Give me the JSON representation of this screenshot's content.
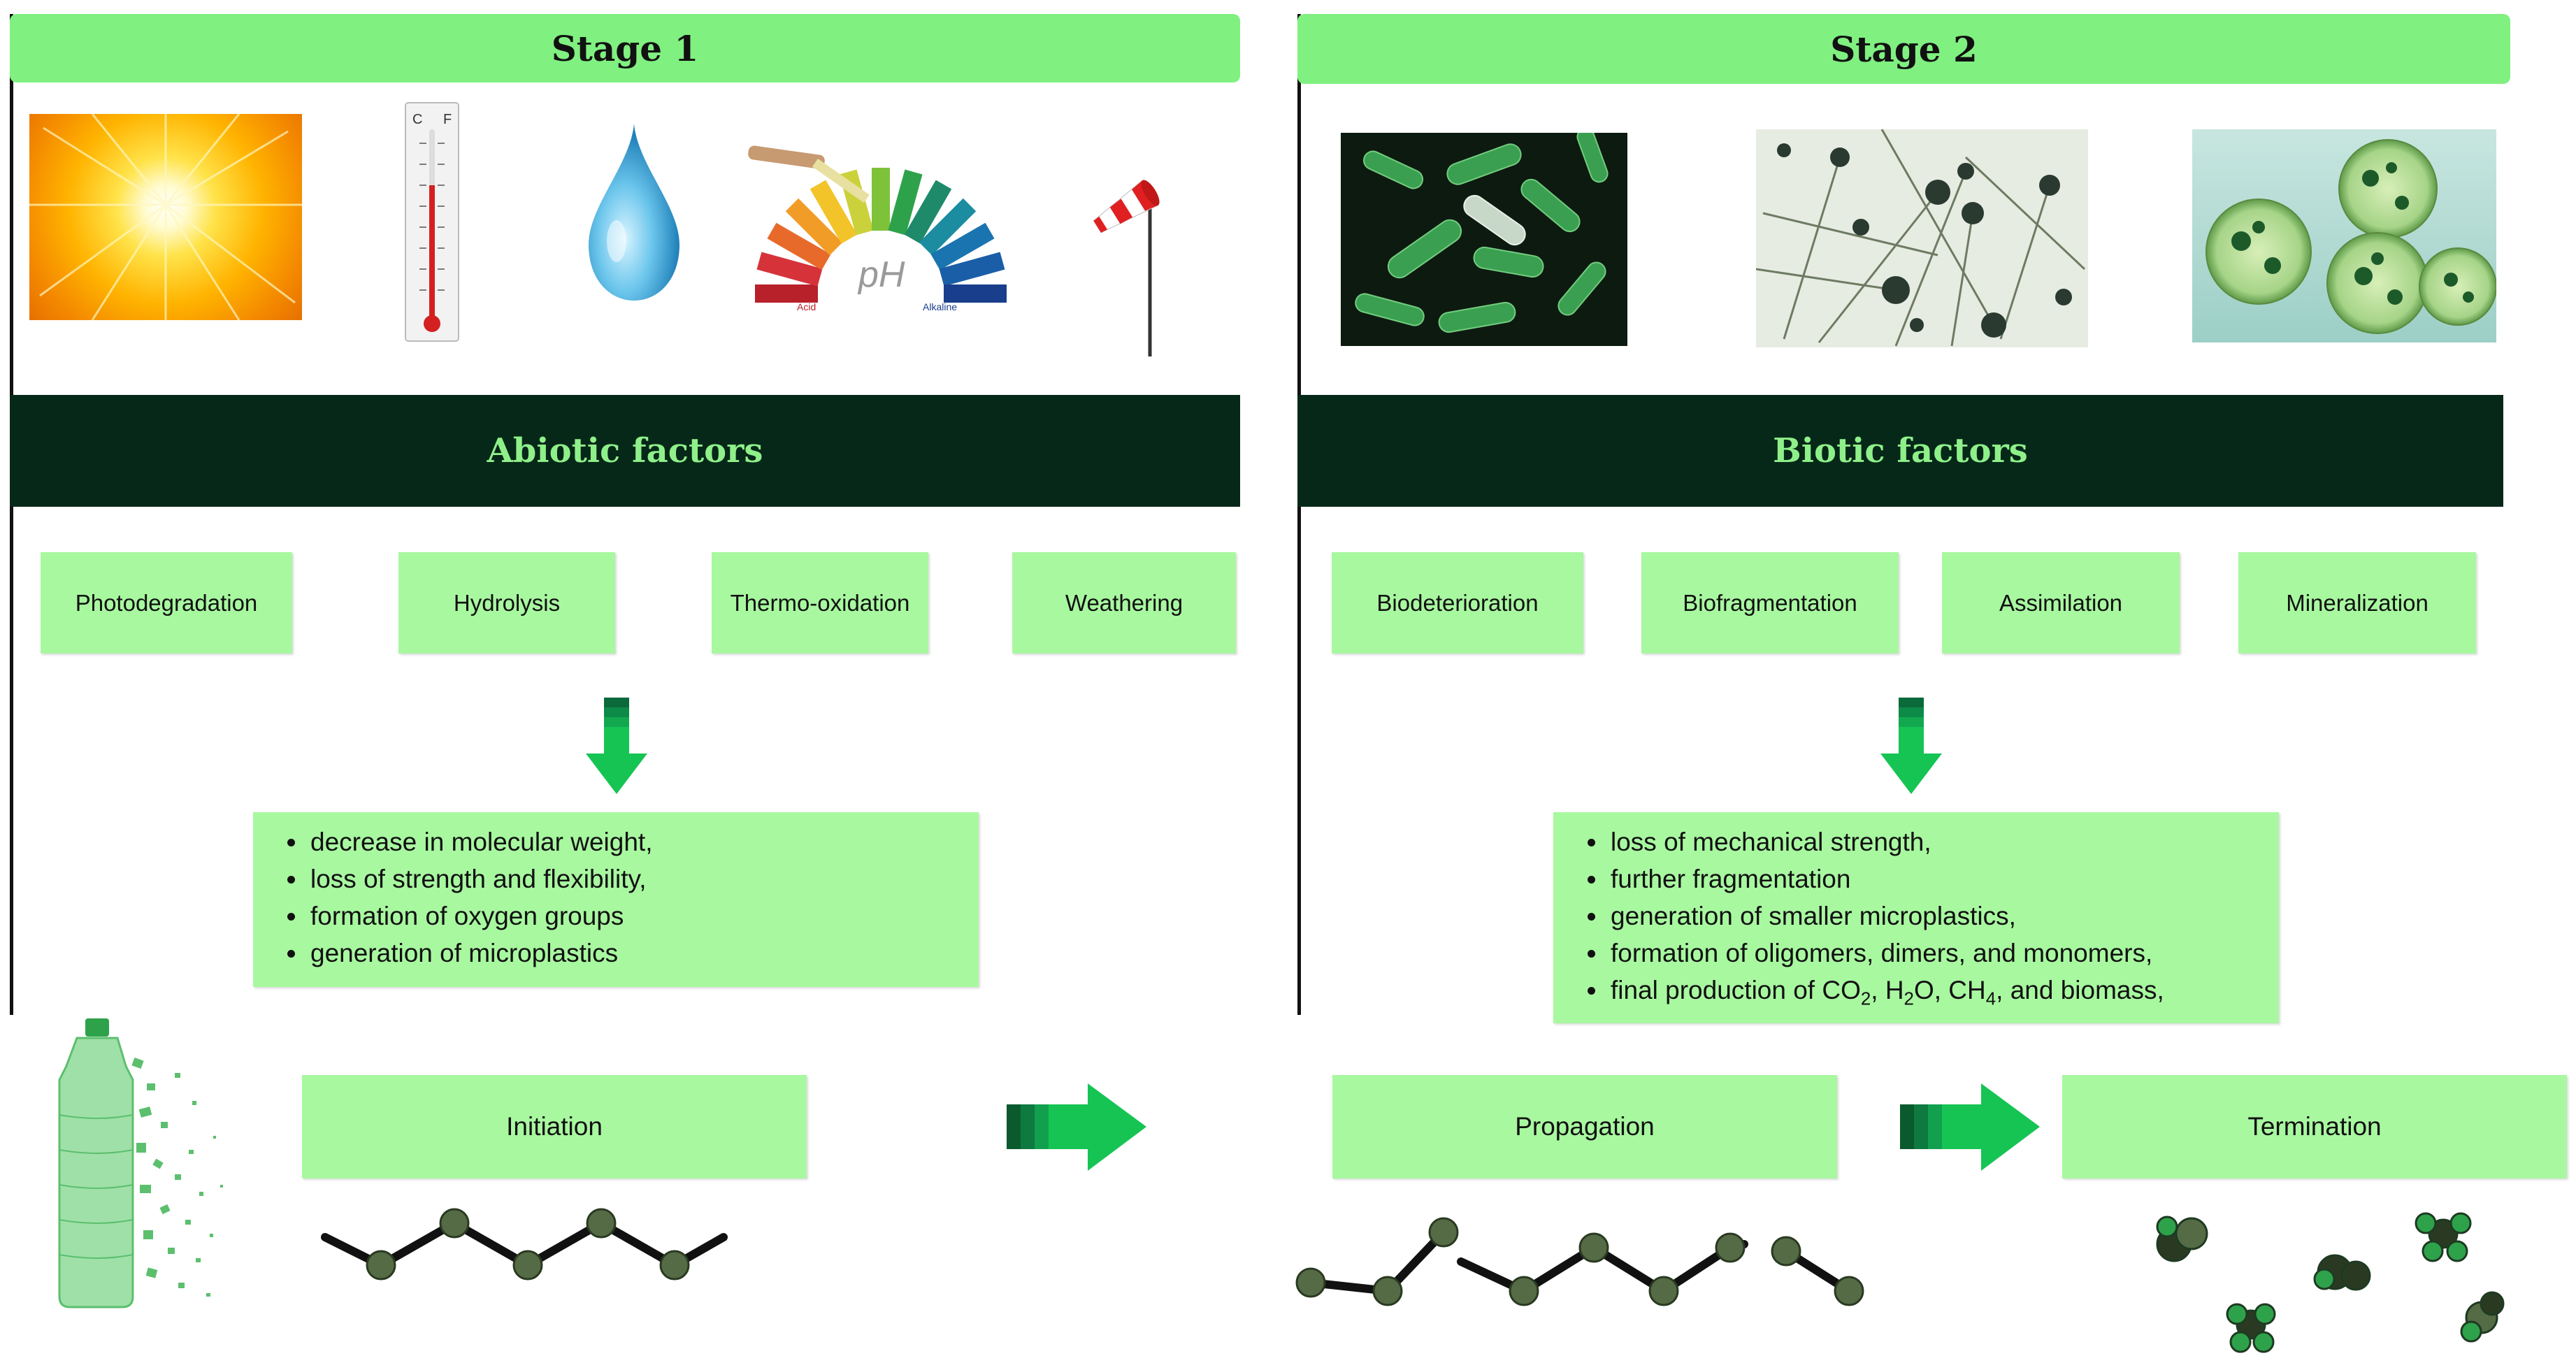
{
  "stage1": {
    "title": "Stage 1",
    "factor_title": "Abiotic factors",
    "icons": [
      "sun-image",
      "thermometer-icon",
      "water-drop-icon",
      "ph-scale-icon",
      "windsock-icon"
    ],
    "thermometer_scale": {
      "c": "C",
      "f": "F"
    },
    "ph_labels": {
      "ph": "pH",
      "acid": "Acid",
      "alkaline": "Alkaline"
    },
    "processes": [
      "Photodegradation",
      "Hydrolysis",
      "Thermo-oxidation",
      "Weathering"
    ],
    "effects": [
      "decrease in molecular weight,",
      "loss of strength and flexibility,",
      "formation of oxygen groups",
      "generation of microplastics"
    ]
  },
  "stage2": {
    "title": "Stage 2",
    "factor_title": "Biotic factors",
    "icons": [
      "bacteria-image",
      "fungi-image",
      "algae-image"
    ],
    "processes": [
      "Biodeterioration",
      "Biofragmentation",
      "Assimilation",
      "Mineralization"
    ],
    "effects": [
      "loss of mechanical strength,",
      "further fragmentation",
      "generation of smaller microplastics,",
      "formation of oligomers, dimers, and monomers,"
    ],
    "effect_last": {
      "prefix": "final production of CO",
      "sub1": "2",
      "mid1": ", H",
      "sub2": "2",
      "mid2": "O, CH",
      "sub3": "4",
      "suffix": ", and biomass,"
    }
  },
  "phases": {
    "initiation": "Initiation",
    "propagation": "Propagation",
    "termination": "Termination"
  },
  "colors": {
    "header": "#80f080",
    "band": "#062818",
    "band_text": "#8ff08a",
    "box": "#a8f8a0",
    "arrow": "#16c454"
  }
}
